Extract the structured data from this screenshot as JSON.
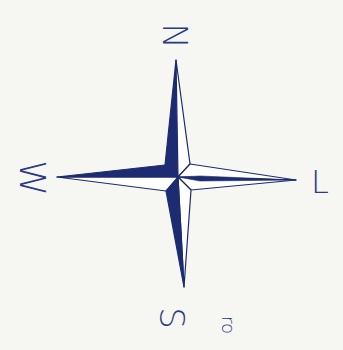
{
  "diagram": {
    "labels": [
      "N",
      "W",
      "L",
      "S",
      "ro"
    ]
  }
}
